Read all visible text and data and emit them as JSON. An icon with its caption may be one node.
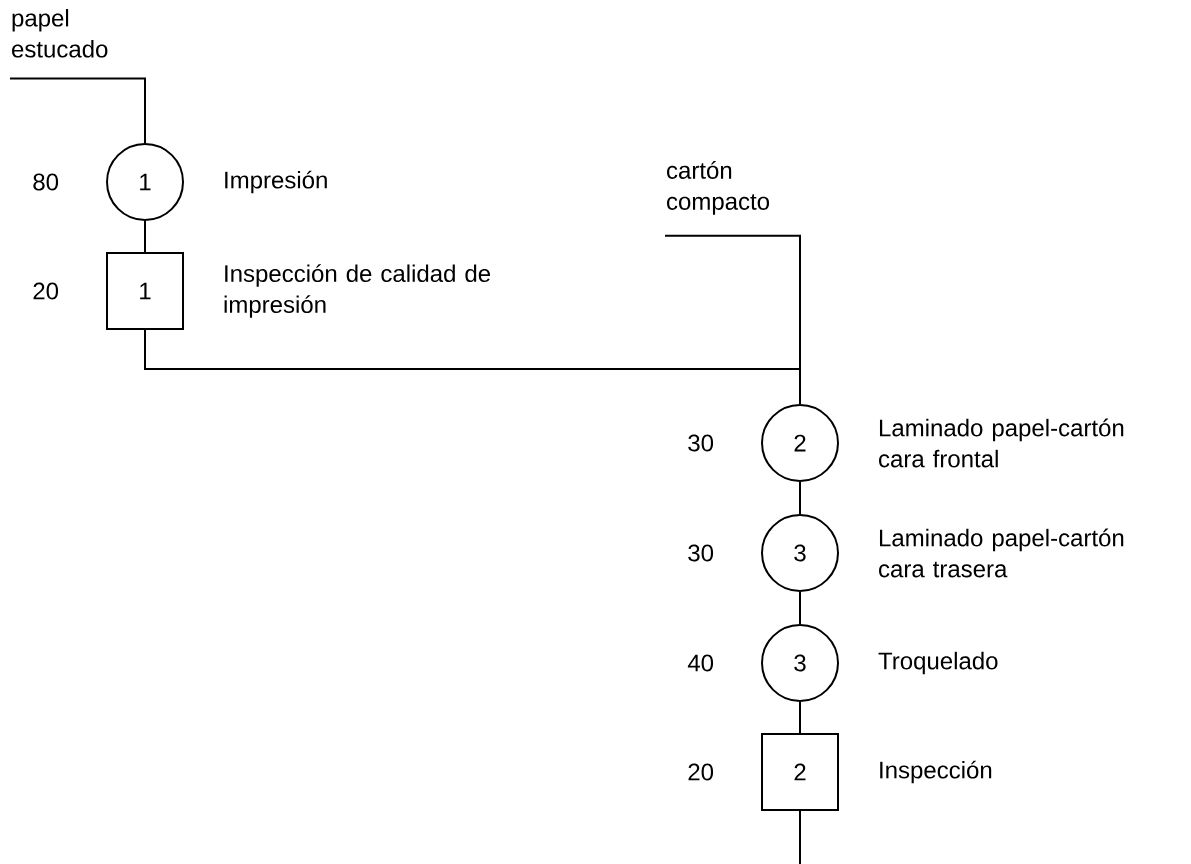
{
  "diagram": {
    "nodes": [
      {
        "text": [
          "papel estucado"
        ]
      },
      {
        "text": [
          "1"
        ],
        "beside": [
          "80",
          "Impresión"
        ]
      },
      {
        "text": [
          "1"
        ],
        "beside": [
          "20",
          "Inspección de calidad de impresión"
        ]
      },
      {
        "text": [
          "cartón compacto"
        ]
      },
      {
        "text": [
          "2"
        ],
        "beside": [
          "30",
          "Laminado papel-cartón cara frontal"
        ]
      },
      {
        "text": [
          "3"
        ],
        "beside": [
          "30",
          "Laminado papel-cartón cara trasera"
        ]
      },
      {
        "text": [
          "3"
        ],
        "beside": [
          "40",
          "Troquelado"
        ]
      },
      {
        "text": [
          "2"
        ],
        "beside": [
          "20",
          "Inspección"
        ]
      }
    ],
    "edges": [
      {
        "from": 0,
        "to": 1,
        "arrow": "none"
      },
      {
        "from": 1,
        "to": 2,
        "arrow": "none"
      },
      {
        "from": 2,
        "to": 4,
        "arrow": "none"
      },
      {
        "from": 3,
        "to": 4,
        "arrow": "none"
      },
      {
        "from": 4,
        "to": 5,
        "arrow": "none"
      },
      {
        "from": 5,
        "to": 6,
        "arrow": "none"
      },
      {
        "from": 6,
        "to": 7,
        "arrow": "none"
      },
      {
        "from": 7,
        "to": null,
        "arrow": "none"
      }
    ]
  }
}
